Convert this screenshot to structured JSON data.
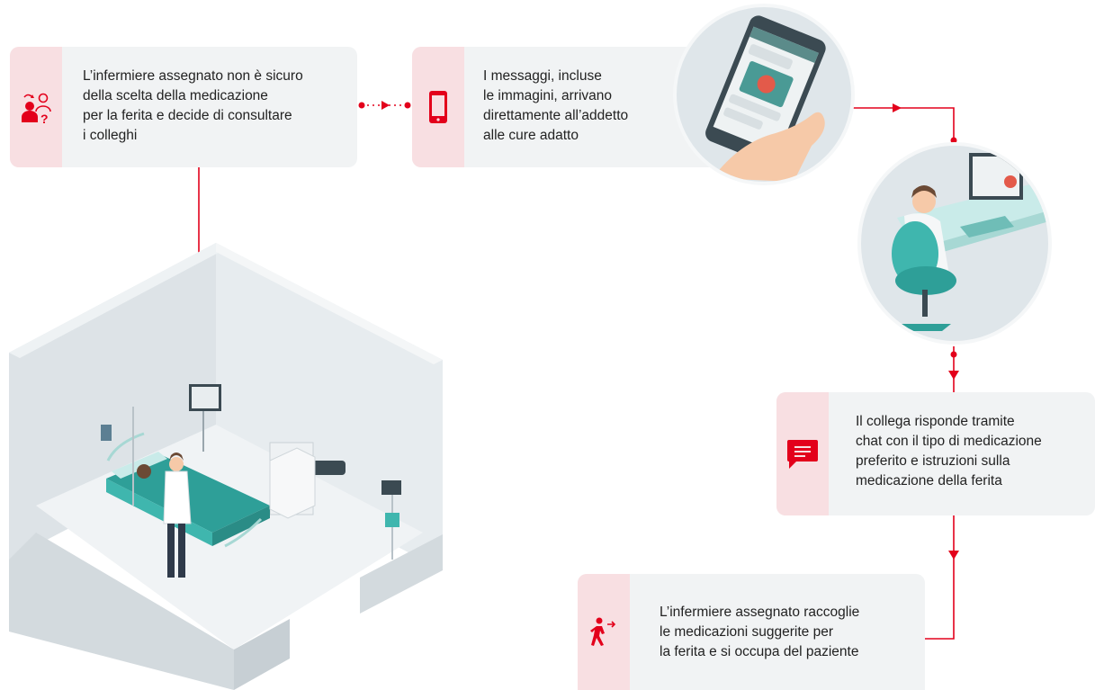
{
  "steps": [
    {
      "text": "L’infermiere assegnato non è sicuro\ndella scelta della medicazione\nper la ferita e decide di consultare\ni colleghi",
      "icon": "nurse-question-icon"
    },
    {
      "text": "I messaggi, incluse\nle immagini, arrivano\ndirettamente all’addetto\nalle cure adatto",
      "icon": "smartphone-icon"
    },
    {
      "text": "Il collega risponde tramite\nchat con il tipo di medicazione\npreferito e istruzioni sulla\nmedicazione della ferita",
      "icon": "chat-icon"
    },
    {
      "text": "L’infermiere assegnato raccoglie\nle medicazioni suggerite per\nla ferita e si occupa del paziente",
      "icon": "walking-person-icon"
    }
  ],
  "colors": {
    "accent": "#e3001b",
    "card": "#f1f3f4",
    "stripe": "#f8dfe2"
  }
}
